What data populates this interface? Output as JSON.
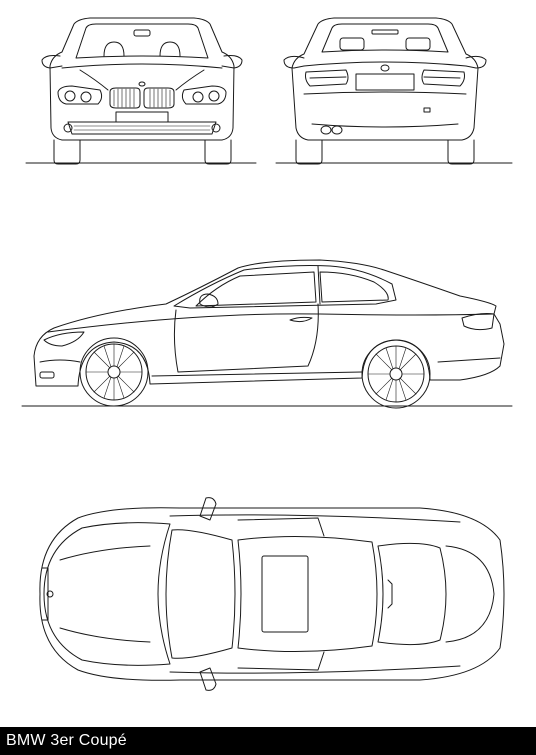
{
  "caption": "BMW 3er Coupé",
  "colors": {
    "line": "#1a1a1a",
    "background": "#ffffff",
    "caption_bar": "#000000",
    "caption_text": "#ffffff"
  },
  "views": [
    "front-view",
    "rear-view",
    "side-view",
    "top-view"
  ]
}
